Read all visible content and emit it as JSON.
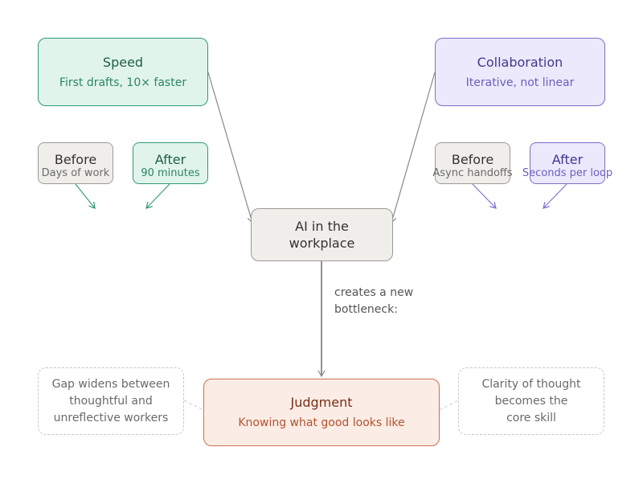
{
  "speed": {
    "title": "Speed",
    "subtitle": "First drafts, 10× faster"
  },
  "speed_before": {
    "title": "Before",
    "subtitle": "Days of work"
  },
  "speed_after": {
    "title": "After",
    "subtitle": "90 minutes"
  },
  "collaboration": {
    "title": "Collaboration",
    "subtitle": "Iterative, not linear"
  },
  "collab_before": {
    "title": "Before",
    "subtitle": "Async handoffs"
  },
  "collab_after": {
    "title": "After",
    "subtitle": "Seconds per loop"
  },
  "center": {
    "label": "AI in the\nworkplace"
  },
  "edge_label": "creates a new\nbottleneck:",
  "judgment": {
    "title": "Judgment",
    "subtitle": "Knowing what good looks like"
  },
  "note_left": "Gap widens between\nthoughtful and\nunreflective workers",
  "note_right": "Clarity of thought\nbecomes the\ncore skill",
  "colors": {
    "green_fill": "#e1f4ec",
    "green_stroke": "#2e9a73",
    "purple_fill": "#ebe9fb",
    "purple_stroke": "#7a6fcb",
    "gray_fill": "#efeeea",
    "gray_stroke": "#9c9a94",
    "orange_fill": "#fbece6",
    "orange_stroke": "#c9714f"
  }
}
